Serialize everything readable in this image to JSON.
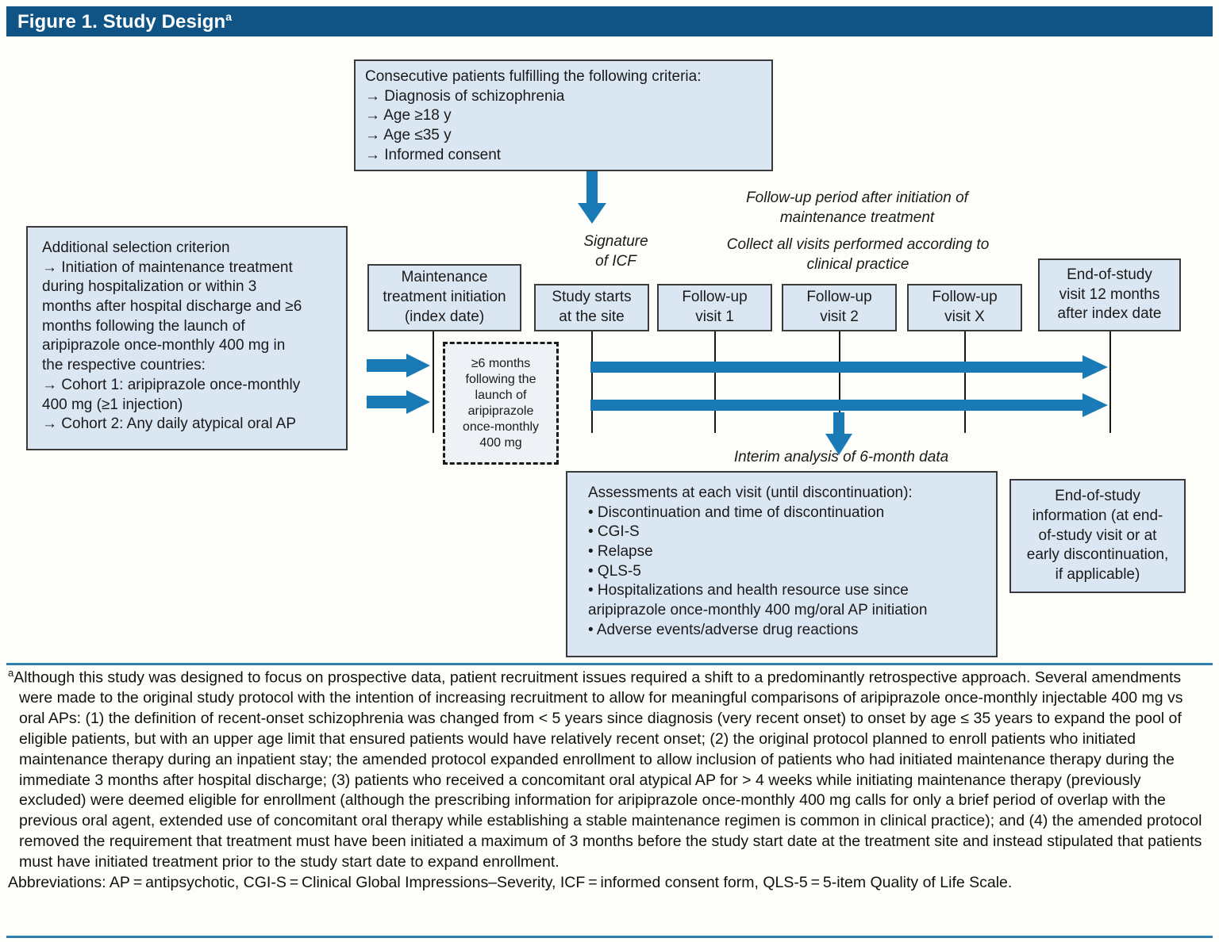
{
  "header": {
    "title": "Figure 1. Study Design",
    "title_superscript": "a",
    "bar_color": "#0f5484"
  },
  "colors": {
    "box_fill": "#dbe6f3",
    "box_border": "#3a3a3a",
    "arrow_blue": "#1a7ab5",
    "rule_blue": "#2f7fae",
    "dashed_fill": "#eef1f6",
    "page_background": "#fdfdfa"
  },
  "boxes": {
    "inclusion": {
      "lines": [
        "Consecutive patients fulfilling the following criteria:",
        "→ Diagnosis of schizophrenia",
        "→ Age ≥18 y",
        "→ Age ≤35 y",
        "→ Informed consent"
      ]
    },
    "additional_criterion": {
      "lines": [
        "Additional selection criterion",
        "→ Initiation of maintenance treatment",
        "during hospitalization or within 3",
        "months after hospital discharge and ≥6",
        "months following the launch of",
        "aripiprazole once-monthly 400 mg in",
        "the respective countries:",
        "→ Cohort 1: aripiprazole once-monthly",
        "400 mg (≥1 injection)",
        "→ Cohort 2: Any daily atypical oral AP"
      ]
    },
    "maintenance": {
      "lines": [
        "Maintenance",
        "treatment initiation",
        "(index date)"
      ]
    },
    "study_start": {
      "lines": [
        "Study starts",
        "at the site"
      ]
    },
    "followup_1": {
      "lines": [
        "Follow-up",
        "visit 1"
      ]
    },
    "followup_2": {
      "lines": [
        "Follow-up",
        "visit 2"
      ]
    },
    "followup_x": {
      "lines": [
        "Follow-up",
        "visit X"
      ]
    },
    "end_of_study_visit": {
      "lines": [
        "End-of-study",
        "visit 12 months",
        "after index date"
      ]
    },
    "dashed_launch": {
      "lines": [
        "≥6 months",
        "following the",
        "launch of",
        "aripiprazole",
        "once-monthly",
        "400 mg"
      ]
    },
    "assessments": {
      "lines": [
        "Assessments at each visit (until discontinuation):",
        "• Discontinuation and time of discontinuation",
        "• CGI-S",
        "• Relapse",
        "• QLS-5",
        "• Hospitalizations and health resource use since",
        "aripiprazole once-monthly 400 mg/oral AP initiation",
        "• Adverse events/adverse drug reactions"
      ]
    },
    "end_of_study_info": {
      "lines": [
        "End-of-study",
        "information (at end-",
        "of-study visit or at",
        "early discontinuation,",
        "if applicable)"
      ]
    }
  },
  "annotations": {
    "signature_icf": [
      "Signature",
      "of ICF"
    ],
    "followup_period": [
      "Follow-up period after initiation of",
      "maintenance treatment"
    ],
    "collect_visits": [
      "Collect all visits performed according to",
      "clinical practice"
    ],
    "interim_analysis": [
      "Interim analysis of 6-month data"
    ]
  },
  "footnote": {
    "marker": "a",
    "paragraph": "Although this study was designed to focus on prospective data, patient recruitment issues required a shift to a predominantly retrospective approach. Several amendments were made to the original study protocol with the intention of increasing recruitment to allow for meaningful comparisons of aripiprazole once-monthly injectable 400 mg vs oral APs: (1) the definition of recent-onset schizophrenia was changed from < 5 years since diagnosis (very recent onset) to onset by age ≤ 35 years to expand the pool of eligible patients, but with an upper age limit that ensured patients would have relatively recent onset; (2) the original protocol planned to enroll patients who initiated maintenance therapy during an inpatient stay; the amended protocol expanded enrollment to allow inclusion of patients who had initiated maintenance therapy during the immediate 3 months after hospital discharge; (3) patients who received a concomitant oral atypical AP for > 4 weeks while initiating maintenance therapy (previously excluded) were deemed eligible for enrollment (although the prescribing information for aripiprazole once-monthly 400 mg calls for only a brief period of overlap with the previous oral agent, extended use of concomitant oral therapy while establishing a stable maintenance regimen is common in clinical practice); and (4) the amended protocol removed the requirement that treatment must have been initiated a maximum of 3 months before the study start date at the treatment site and instead stipulated that patients must have initiated treatment prior to the study start date to expand enrollment.",
    "abbreviations": "Abbreviations: AP = antipsychotic, CGI-S = Clinical Global Impressions–Severity, ICF = informed consent form, QLS-5 = 5-item Quality of Life Scale."
  }
}
